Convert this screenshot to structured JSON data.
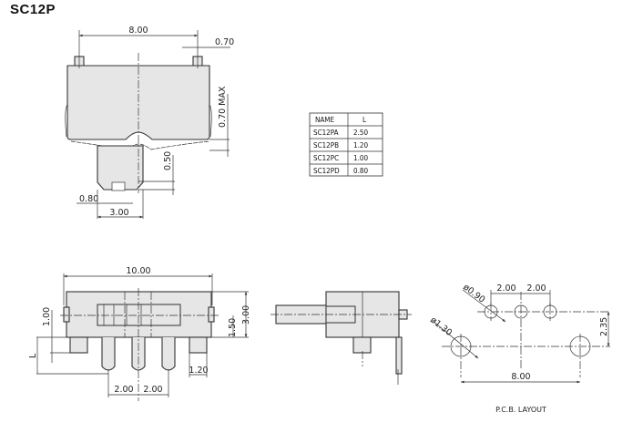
{
  "title": "SC12P",
  "top_view": {
    "dim_pitch": "8.00",
    "dim_pin": "0.70",
    "dim_max": "0.70 MAX",
    "dim_travel": "0.50",
    "dim_notch": "0.80",
    "dim_width": "3.00"
  },
  "table": {
    "headers": [
      "NAME",
      "L"
    ],
    "rows": [
      [
        "SC12PA",
        "2.50"
      ],
      [
        "SC12PB",
        "1.20"
      ],
      [
        "SC12PC",
        "1.00"
      ],
      [
        "SC12PD",
        "0.80"
      ]
    ]
  },
  "front_view": {
    "dim_length": "10.00",
    "dim_height": "3.00",
    "dim_center": "1.50",
    "dim_tab": "1.00",
    "dim_L": "L",
    "dim_tab_width": "1.20",
    "dim_pitch_1": "2.00",
    "dim_pitch_2": "2.00"
  },
  "pcb": {
    "dim_pitch_1": "2.00",
    "dim_pitch_2": "2.00",
    "dim_row": "2.35",
    "dim_span": "8.00",
    "dia_small": "ø0.90",
    "dia_large": "ø1.30",
    "caption": "P.C.B.  LAYOUT"
  }
}
